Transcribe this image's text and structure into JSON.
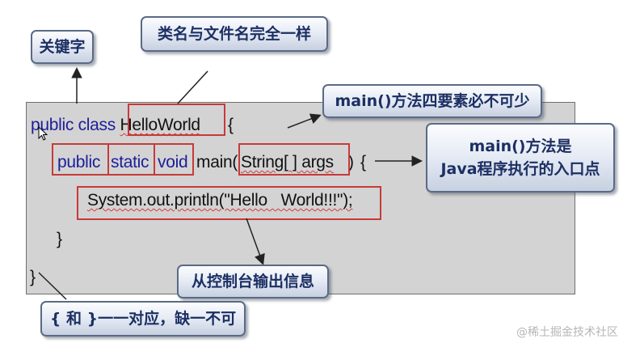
{
  "code": {
    "line1": {
      "kw": "public class",
      "classname": "HelloWorld",
      "brace": "{"
    },
    "line2": {
      "mod_public": "public",
      "mod_static": "static",
      "ret_void": "void",
      "method": "main(",
      "param": "String[ ] args",
      "close": ")",
      "brace": "{"
    },
    "line3": {
      "stmt": "System.out.println(\"Hello   World!!!\");"
    },
    "line4": {
      "brace": "}"
    },
    "line5": {
      "brace": "}"
    }
  },
  "callouts": {
    "keyword": "关键字",
    "class_name": "类名与文件名完全一样",
    "main_required": "main()方法四要素必不可少",
    "entry_line1": "main()方法是",
    "entry_line2": "Java程序执行的入口点",
    "console_output": "从控制台输出信息",
    "braces": "{ 和 }一一对应，缺一不可"
  },
  "watermark": "@稀土掘金技术社区",
  "colors": {
    "code_keyword": "#1d1d9a",
    "highlight_box": "#c73a3a",
    "callout_text": "#1c2f63",
    "callout_border": "#5a6a86",
    "panel_bg": "#d3d3d3"
  }
}
